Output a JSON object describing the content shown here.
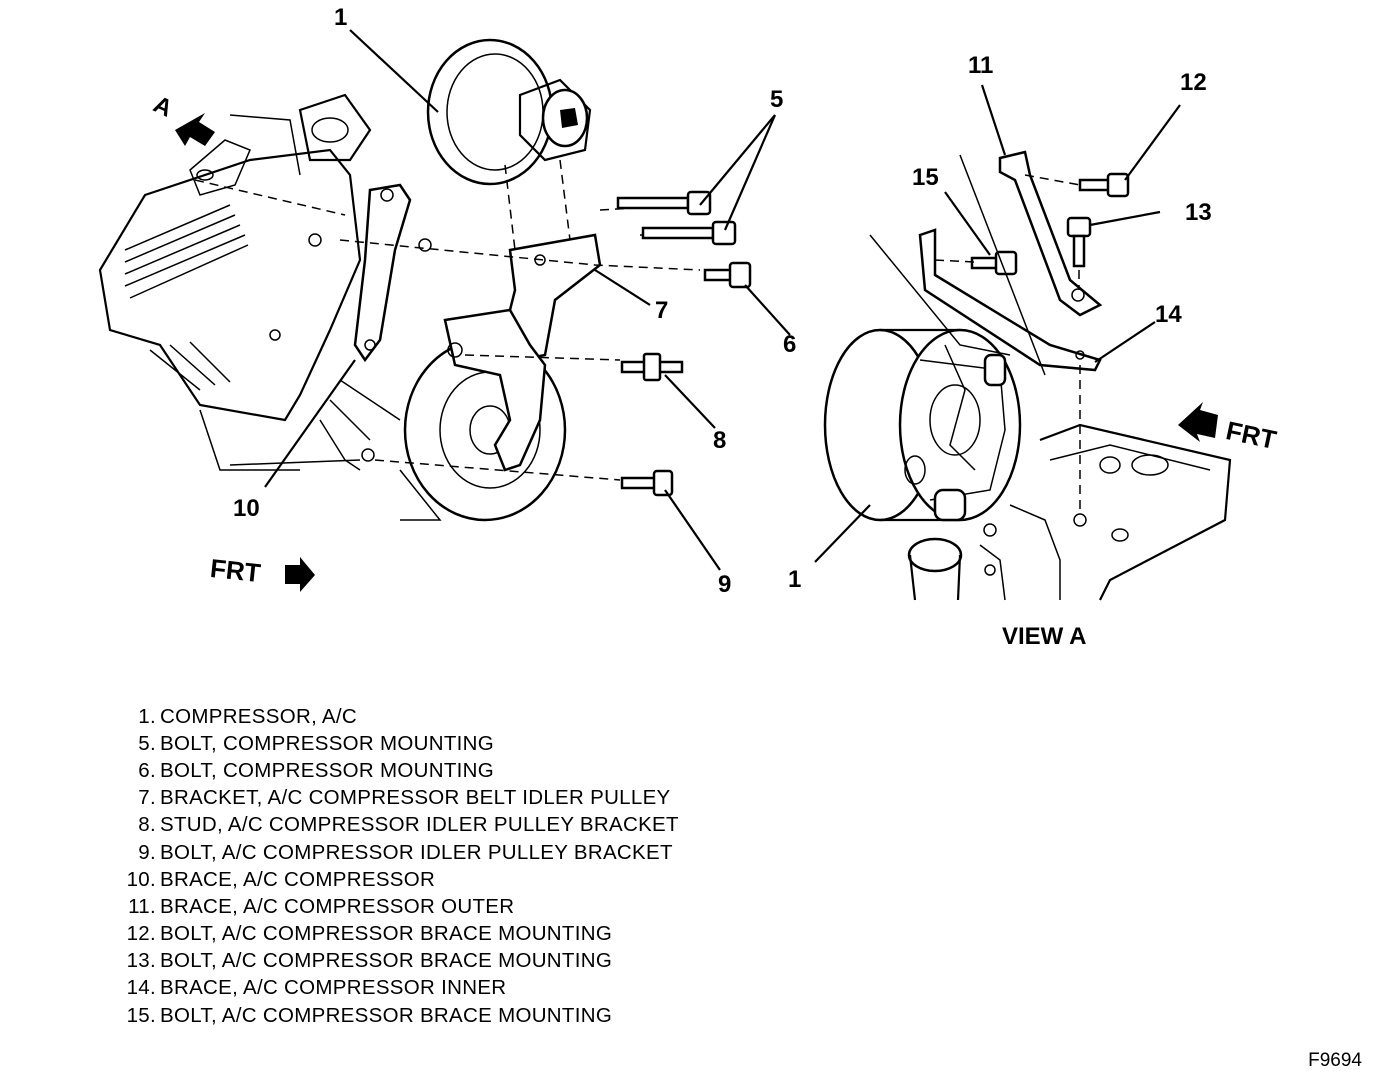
{
  "diagram": {
    "callouts": {
      "c1": "1",
      "c5": "5",
      "c6": "6",
      "c7": "7",
      "c8": "8",
      "c9": "9",
      "c10": "10",
      "c11": "11",
      "c12": "12",
      "c13": "13",
      "c14": "14",
      "c15": "15",
      "c1b": "1"
    },
    "view_marker": "A",
    "frt_left": "FRT",
    "frt_right": "FRT",
    "view_label": "VIEW A"
  },
  "legend": [
    {
      "num": "1.",
      "text": "COMPRESSOR, A/C"
    },
    {
      "num": "5.",
      "text": "BOLT, COMPRESSOR MOUNTING"
    },
    {
      "num": "6.",
      "text": "BOLT, COMPRESSOR MOUNTING"
    },
    {
      "num": "7.",
      "text": "BRACKET, A/C COMPRESSOR BELT IDLER PULLEY"
    },
    {
      "num": "8.",
      "text": "STUD, A/C COMPRESSOR IDLER PULLEY BRACKET"
    },
    {
      "num": "9.",
      "text": "BOLT, A/C COMPRESSOR IDLER PULLEY BRACKET"
    },
    {
      "num": "10.",
      "text": "BRACE, A/C COMPRESSOR"
    },
    {
      "num": "11.",
      "text": "BRACE, A/C COMPRESSOR OUTER"
    },
    {
      "num": "12.",
      "text": "BOLT, A/C COMPRESSOR BRACE MOUNTING"
    },
    {
      "num": "13.",
      "text": "BOLT, A/C COMPRESSOR BRACE MOUNTING"
    },
    {
      "num": "14.",
      "text": "BRACE, A/C COMPRESSOR INNER"
    },
    {
      "num": "15.",
      "text": "BOLT, A/C COMPRESSOR BRACE MOUNTING"
    }
  ],
  "figure_code": "F9694"
}
